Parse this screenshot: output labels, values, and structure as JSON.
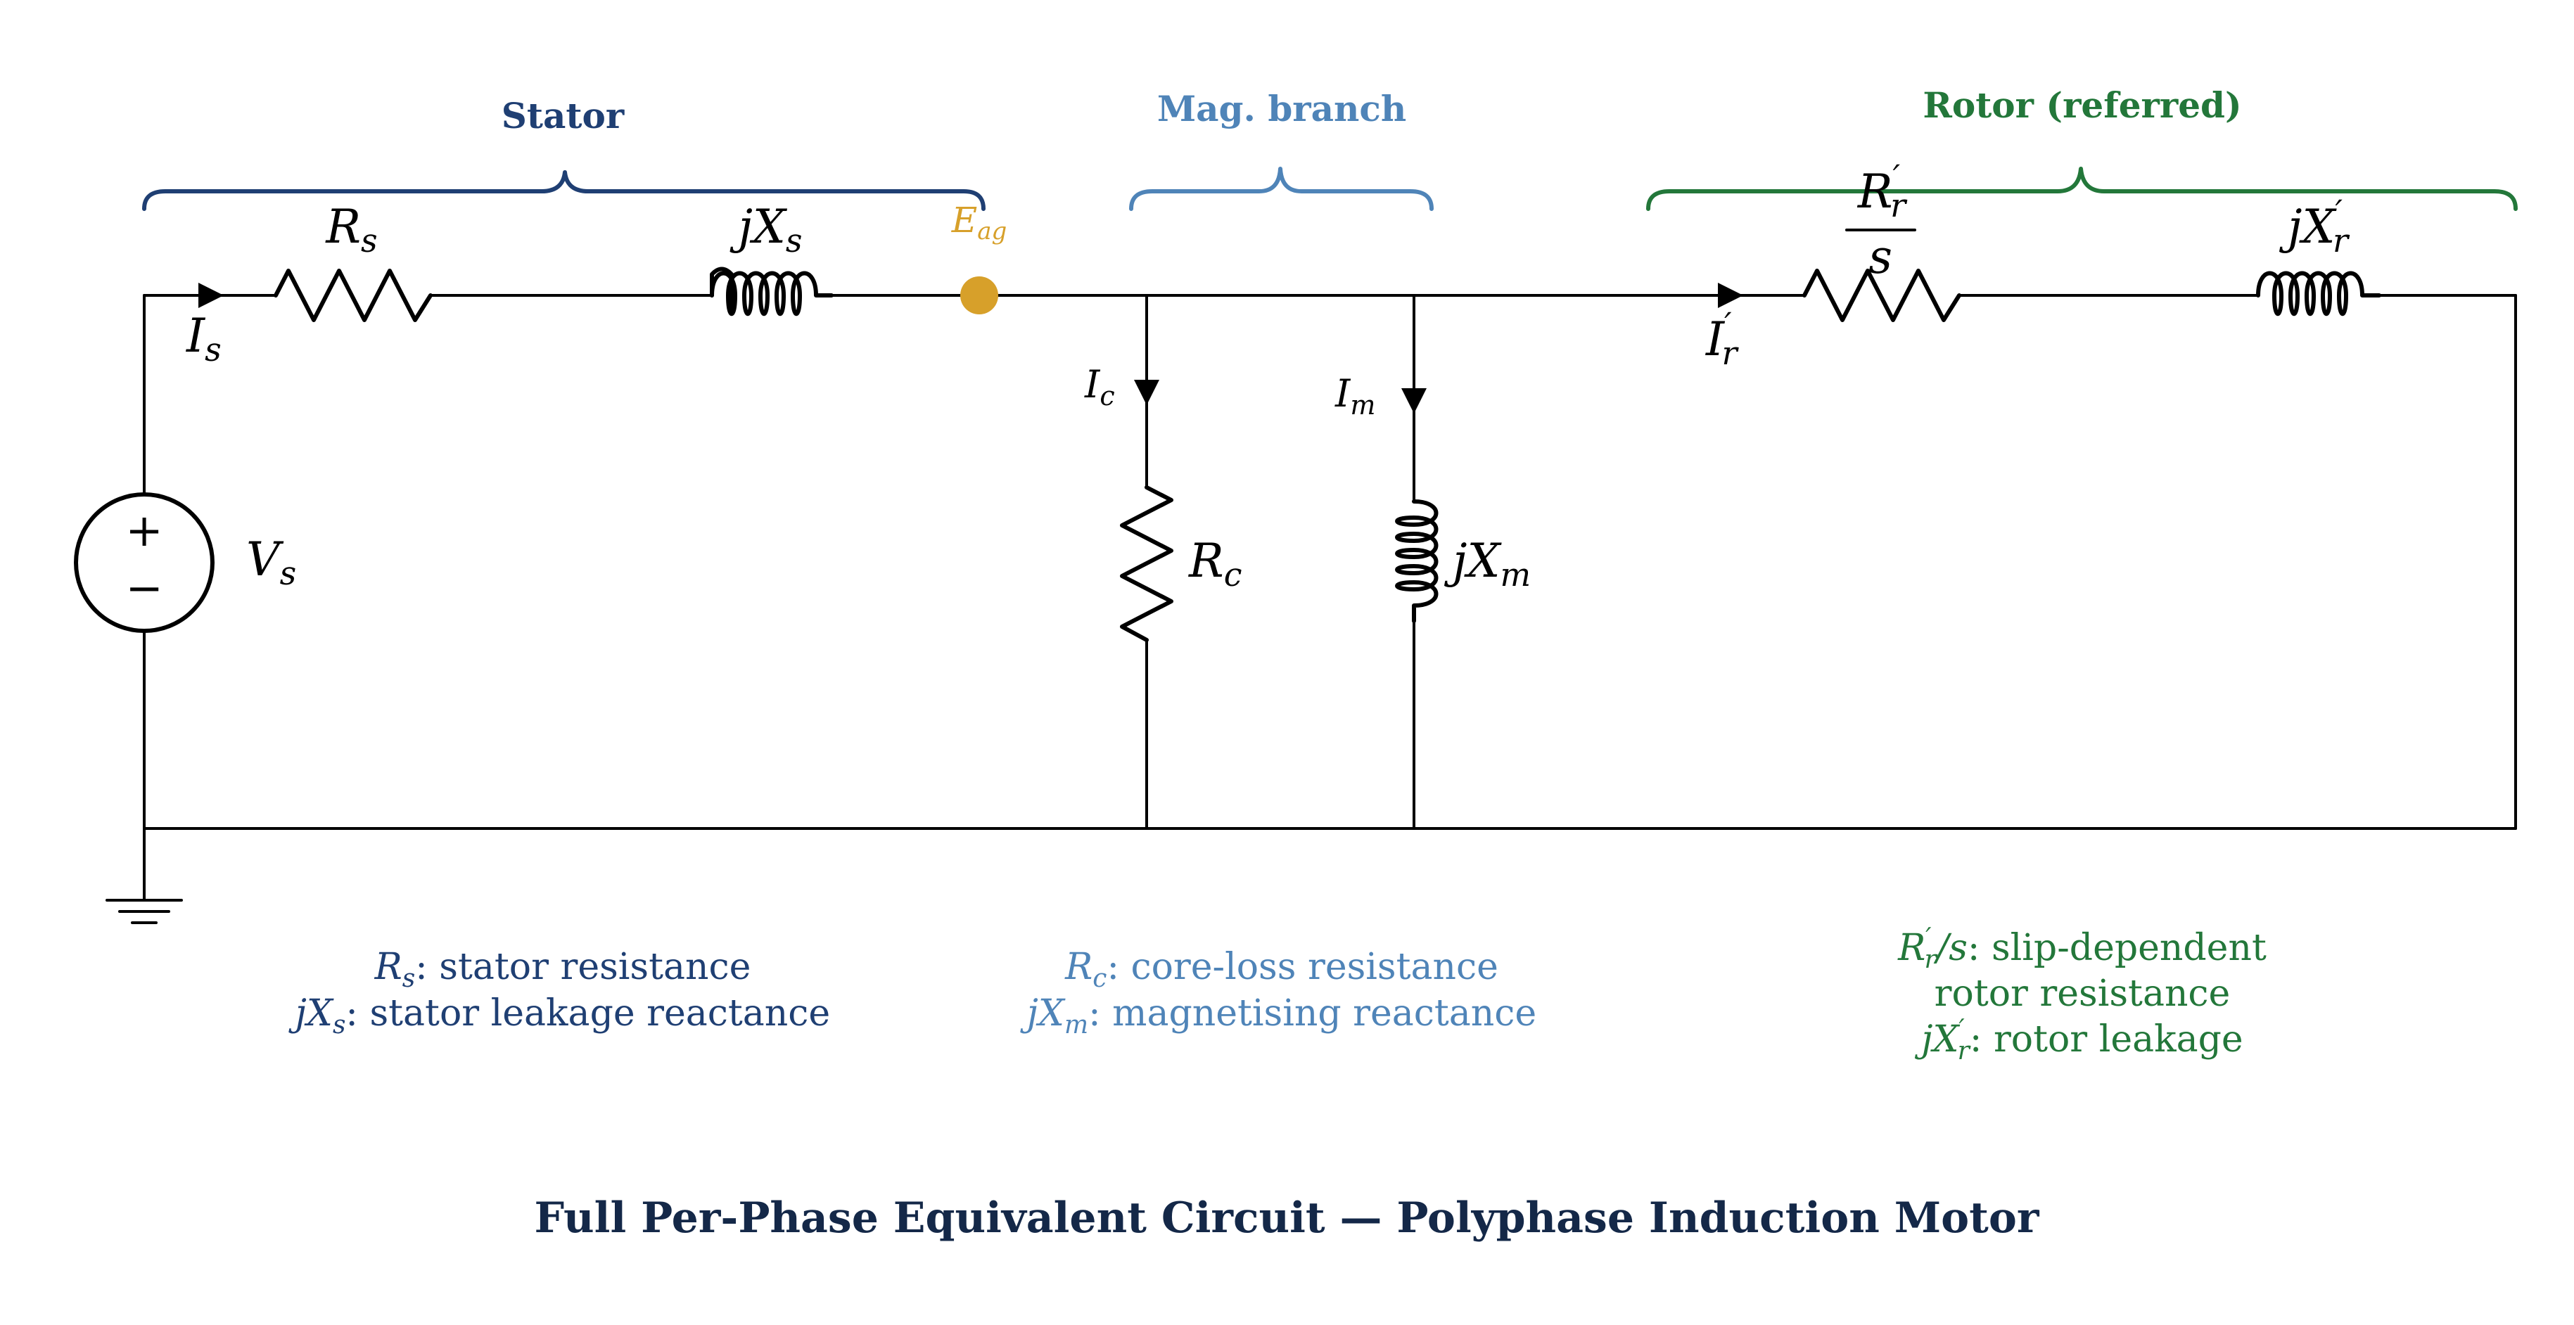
{
  "colors": {
    "stator": "#1f3f73",
    "mag": "#4f84b8",
    "rotor": "#23773a",
    "node": "#d7a02a",
    "title": "#142848",
    "wire": "#000000"
  },
  "groups": {
    "stator": "Stator",
    "mag": "Mag. branch",
    "rotor": "Rotor (referred)"
  },
  "source": {
    "main": "V",
    "sub": "s"
  },
  "components": {
    "Rs": {
      "main": "R",
      "sub": "s"
    },
    "jXs": {
      "main": "jX",
      "sub": "s"
    },
    "Rc": {
      "main": "R",
      "sub": "c"
    },
    "jXm": {
      "main": "jX",
      "sub": "m"
    },
    "Rr_num": {
      "main": "R",
      "sub": "r",
      "sup": "′"
    },
    "Rr_den": "s",
    "jXr": {
      "main": "jX",
      "sub": "r",
      "sup": "′"
    }
  },
  "node": {
    "main": "E",
    "sub": "ag"
  },
  "currents": {
    "Is": {
      "main": "I",
      "sub": "s"
    },
    "Ic": {
      "main": "I",
      "sub": "c"
    },
    "Im": {
      "main": "I",
      "sub": "m"
    },
    "Ir": {
      "main": "I",
      "sub": "r",
      "sup": "′"
    }
  },
  "legend": {
    "stator": {
      "line1": {
        "main": "R",
        "sub": "s",
        "text": ": stator resistance"
      },
      "line2": {
        "main": "jX",
        "sub": "s",
        "text": ": stator leakage reactance"
      }
    },
    "mag": {
      "line1": {
        "main": "R",
        "sub": "c",
        "text": ": core-loss resistance"
      },
      "line2": {
        "main": "jX",
        "sub": "m",
        "text": ": magnetising reactance"
      }
    },
    "rotor": {
      "line1": {
        "main": "R",
        "sub": "r",
        "sup": "′",
        "frac": "/s",
        "text": ": slip-dependent"
      },
      "line2": "rotor resistance",
      "line3": {
        "main": "jX",
        "sub": "r",
        "sup": "′",
        "text": ": rotor leakage"
      }
    }
  },
  "title": "Full Per-Phase Equivalent Circuit — Polyphase Induction Motor"
}
